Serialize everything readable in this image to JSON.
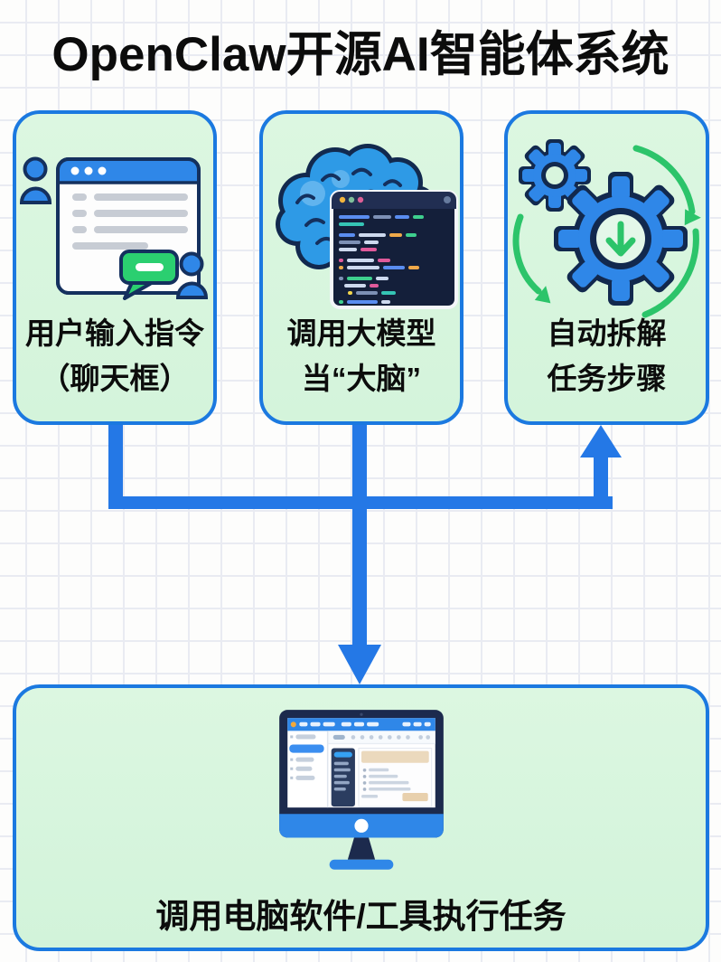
{
  "title": "OpenClaw开源AI智能体系统",
  "colors": {
    "connector_blue": "#2478e6",
    "card_border_blue": "#1b79e0",
    "card_bg_mint": "#d8f5dd",
    "illustration_blue": "#2f87e8",
    "green": "#2cc46a",
    "navy_outline": "#14305e",
    "terminal_bg": "#141f3a"
  },
  "cards": [
    {
      "id": "user-input",
      "icon": "chat-window-icon",
      "lines": [
        "用户输入指令",
        "（聊天框）"
      ]
    },
    {
      "id": "llm-brain",
      "icon": "brain-terminal-icon",
      "lines": [
        "调用大模型",
        "当“大脑”"
      ]
    },
    {
      "id": "task-decompose",
      "icon": "gears-icon",
      "lines": [
        "自动拆解",
        "任务步骤"
      ]
    }
  ],
  "bottom_card": {
    "id": "execute-tasks",
    "icon": "computer-monitor-icon",
    "label": "调用电脑软件/工具执行任务"
  }
}
